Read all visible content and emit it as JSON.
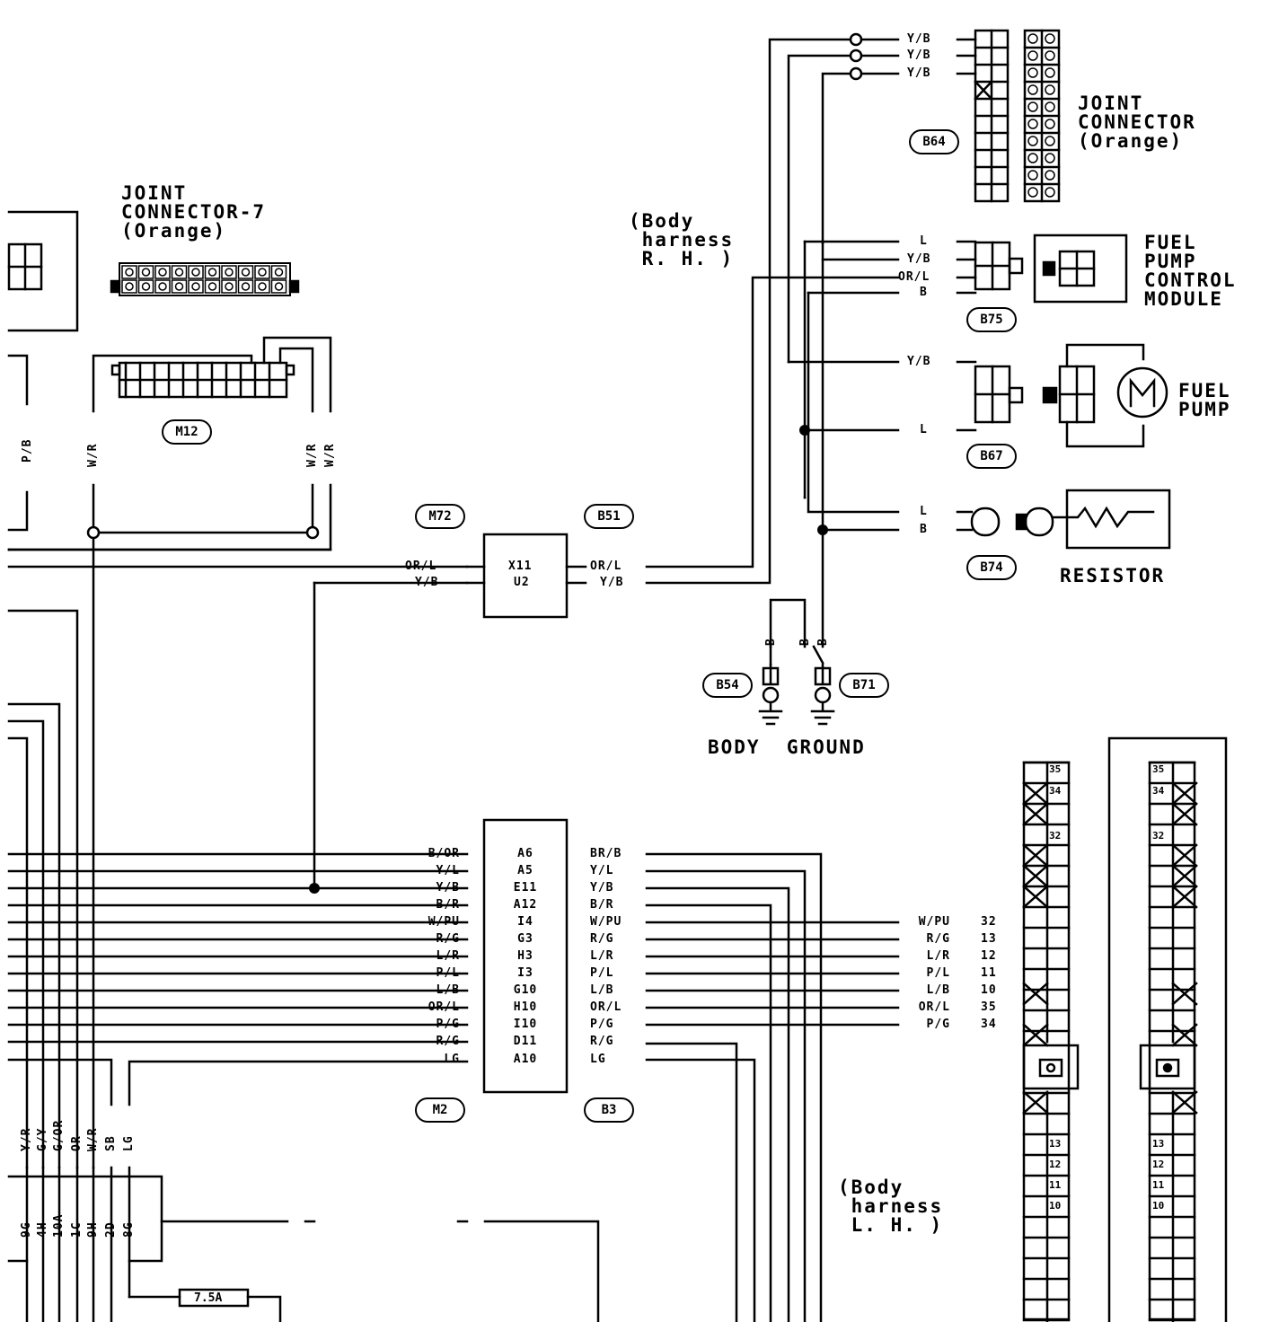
{
  "labels": {
    "jc7_title": "JOINT\nCONNECTOR-7\n(Orange)",
    "jc_orange": "JOINT\nCONNECTOR\n(Orange)",
    "body_rh": "(Body\n harness\n R. H. )",
    "body_lh": "(Body\n harness\n L. H. )",
    "fpcm": "FUEL\nPUMP\nCONTROL\nMODULE",
    "fuel_pump": "FUEL\nPUMP",
    "resistor": "RESISTOR",
    "body_ground": "BODY  GROUND",
    "fuse": "7.5A"
  },
  "connectors": {
    "M12": "M12",
    "M72": "M72",
    "B51": "B51",
    "M2": "M2",
    "B3": "B3",
    "B64": "B64",
    "B75": "B75",
    "B67": "B67",
    "B74": "B74",
    "B54": "B54",
    "B71": "B71"
  },
  "m12_wires": {
    "left": "W/R",
    "right1": "W/R",
    "right2": "W/R",
    "pb": "P/B"
  },
  "m72_terms": [
    "X11",
    "U2"
  ],
  "m72_left": [
    "OR/L",
    "Y/B"
  ],
  "b51_right": [
    "OR/L",
    "Y/B"
  ],
  "b64_wires": [
    "Y/B",
    "Y/B",
    "Y/B"
  ],
  "b75_wires": [
    "L",
    "Y/B",
    "OR/L",
    "B"
  ],
  "b67_wires": [
    "Y/B",
    "L"
  ],
  "b74_wires": [
    "L",
    "B"
  ],
  "ground_wires": [
    "B",
    "B",
    "B"
  ],
  "m2_terms": [
    "A6",
    "A5",
    "E11",
    "A12",
    "I4",
    "G3",
    "H3",
    "I3",
    "G10",
    "H10",
    "I10",
    "D11",
    "A10"
  ],
  "m2_left": [
    "B/OR",
    "Y/L",
    "Y/B",
    "B/R",
    "W/PU",
    "R/G",
    "L/R",
    "P/L",
    "L/B",
    "OR/L",
    "P/G",
    "R/G",
    "LG"
  ],
  "b3_right": [
    "BR/B",
    "Y/L",
    "Y/B",
    "B/R",
    "W/PU",
    "R/G",
    "L/R",
    "P/L",
    "L/B",
    "OR/L",
    "P/G",
    "R/G",
    "LG"
  ],
  "ecm_wires": [
    {
      "color": "W/PU",
      "pin": "32"
    },
    {
      "color": "R/G",
      "pin": "13"
    },
    {
      "color": "L/R",
      "pin": "12"
    },
    {
      "color": "P/L",
      "pin": "11"
    },
    {
      "color": "L/B",
      "pin": "10"
    },
    {
      "color": "OR/L",
      "pin": "35"
    },
    {
      "color": "P/G",
      "pin": "34"
    }
  ],
  "bottom_wires": [
    "Y/R",
    "G/Y",
    "G/OR",
    "OR",
    "W/R",
    "SB",
    "LG"
  ],
  "bottom_terms": [
    "9G",
    "4H",
    "10A",
    "1C",
    "9H",
    "2D",
    "8G"
  ],
  "ecm_pins": [
    "35",
    "34",
    "32",
    "13",
    "12",
    "11",
    "10"
  ]
}
